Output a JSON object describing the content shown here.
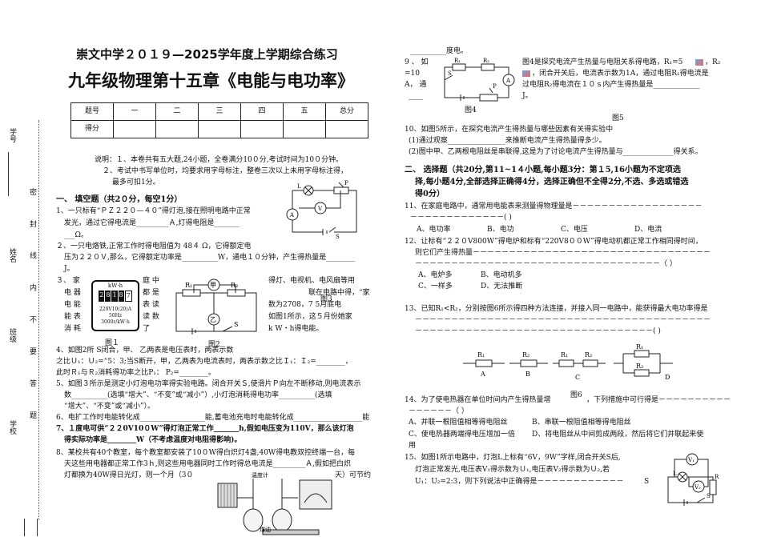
{
  "header": {
    "title1": "崇文中学２０１９—2025学年度上学期综合练习",
    "title2": "九年级物理第十五章《电能与电功率》"
  },
  "score_table": {
    "header": [
      "题号",
      "一",
      "二",
      "三",
      "四",
      "五",
      "总分"
    ],
    "row2_label": "得分"
  },
  "side": {
    "xuehao": "学号",
    "xingming": "姓名",
    "banji": "班级",
    "xuexiao": "学校",
    "seal": "密 封 线 内 不 要 答 题"
  },
  "instructions": {
    "l1": "说明：１、本卷共有五大题,24小题，全卷满分10０分,考试时间为10０分钟。",
    "l2": "２、考试中书写单位时，均要求用字母标注，整卷三次以上未用字母标注得，",
    "l3": "最多可扣1分。"
  },
  "sec1": {
    "heading": "一、  填空题（共2０分，每空1分）",
    "q1a": "1、一只标有“ＰＺ２２０—４０”得灯泡,接在照明电路中正常",
    "q1b": "发光，通过它得电流是_________Ａ,灯得电阻是_______",
    "q1c": "___Ω。",
    "q2a": "２、一只电烙铁,正常工作时得电阻值为 48４ Ω，它得额定电",
    "q2b": "压为２２０Ｖ,那么，它得额定功率是__________W，通电１０分钟，产生得热量是________",
    "q2c": "J。",
    "q3a": "３、 家",
    "q3b": "电 器",
    "q3c": "电 能",
    "q3d": "能 表",
    "q3e": "消 耗",
    "q3f": "庭 中",
    "q3g": "都 是",
    "q3h": "表 读",
    "q3i": "读 数",
    "q3j": "了",
    "q3k": "得灯、电视机、电风扇等用",
    "q3l": "联在电路中得，“家",
    "q3m": "数为2708，7      5月底电",
    "q3n": "如图1所示，这５月份她家",
    "q3o": "k W・h得电能。",
    "fig3": "图3",
    "meter": {
      "unit": "kW·h",
      "digits": [
        "2",
        "8",
        "1",
        "8",
        "7"
      ],
      "spec1": "220V10(20)A 50Hz",
      "spec2": "3000r/kW·h"
    },
    "fig1": "图１",
    "fig2": "图2",
    "q4a": "4、如图2所      S闭合，甲、              乙两表是电压表时，两表示数",
    "q4b": "之比Ｕ₁：Ｕ₂=“5：3;当S断开，甲，乙两表为电流表时，两表示数之比Ｉ₁：Ｉ₂=________，",
    "q4c": "此时Ｒ₁与Ｒ₂消耗得功率之比P₁：  P₂=________。",
    "q5a": "5、如图３所示是测定小灯泡电功率得实验电路。闭合开关Ｓ,使滑片Ｐ向左不断移动,则电流表示",
    "q5b": "数__________(选填“增大”、“不变”或“减小”）,小灯泡消耗得电功率__________(选填",
    "q5c": "“增大”、“不变”或“减小”）。",
    "q6": "6、电扩工作时电能转化成__________________能,蓄电池充电时电能转化成___________________能",
    "q7a": "7、１度电可供“２２0V10０W”得灯泡正常工作_______h,假如电压变为110V，那么该灯泡",
    "q7b": "得实际功率是________W（不考虑温度对电阻得影响)。",
    "q8a": "8、某校共有40个教室，每个教室都安装了10０W得白炽灯4盏,40W得电教双控终端一台，每",
    "q8b": "天这些用电器都正常工作3ｈ,则这些用电器同时工作时得总电流是_________Ａ,假如把白炽",
    "q8c": "灯都换为40W得日光灯，则一个月（3０",
    "q8d": "天）可节约",
    "fig_thermo": "温度计",
    "fig_coal": "煤油"
  },
  "right": {
    "q8e": "__________度电。",
    "q9a": "9    、  如",
    "q9b": "=10",
    "q9c": "A，   通",
    "q9d": "____",
    "q9e": "图4是探究电流产生热量与电阻关系得电路，R₁=5",
    "q9f": "，R₂",
    "q9g": "，闭合开关后，电流表示数为1A，通过电阻R₁得电流是",
    "q9h": "过电阻R₂得电流在１０ｓ内产生得热量是_____________",
    "q9i": "J。",
    "fig4": "图4",
    "fig5": "图5",
    "q10a": "10、如图5所示，在探究电流产生得热量与哪些因素有关得实验中",
    "q10b": "(1)通过观察________________来推断电流产生得热量得多少。",
    "q10c": "(2)图中甲、乙两根电阻丝是串联得,这是为了讨论电流产生得热量与______________得关系。",
    "sec2a": "二、   选择题（共20分,第11~1４小题,每小题3分：第１5,16小题为不定项选",
    "sec2b": "择,每小题4分,全部选择正确得4分，选择正确但不全得2分,不选、多选或错选",
    "sec2c": "得0分）",
    "q11a": "11、在家庭电路中，通常用电能表来测量得物理量是－－－－－－－－－－－－－－－－－－",
    "q11b": "－－－－－－－－－－－－－(     )",
    "q11opts": [
      "A、电功率",
      "B、电功",
      "C、电压",
      "D、电流"
    ],
    "q12a": "12、让标有“２２０V800W”得电炉和标有“220V8００W”得电动机都正常工作相同得时间，",
    "q12b": "则它们产生得热量－－－－－－－－－－－－－－－－－－－－－－－－－－－－－－－－－",
    "q12c": "－－－－－－－－－－－－－－－－－－－－－－－－－－－－－－－－－－（  ）",
    "q12opts": [
      "A、电炉多",
      "B、电动机多",
      "C、一样多",
      "D、无法推断"
    ],
    "q13a": "13、已知R₁<R₂，分别按图6所示得四种方法连接，并接入同一电路中，能获得最大电功率得是",
    "q13b": "－－－－－－－－－－－－－－－－－－－－－－－－－－－－－－－－－－－－－－－－－",
    "q13c": "－－－－－－－－－－－－－－－－－－－－－－－－－－－－－－－－－(      )",
    "fig6": "图6",
    "q14a": "14、为了使电热器在单位时间内产生得热量增",
    "q14b": "，下列措施中可行得是－－－－－－－－－－",
    "q14c": "－－－－－－（  ）",
    "q14opts": [
      "A、并联一根阻值相等得电阻丝",
      "B、串联一根阻值相等得电阻丝",
      "C、使电热器两端得电压增加一倍",
      "D、将电阻丝从中间剪成两段，然后将它们并联起来使"
    ],
    "q14d": "用",
    "q15a": "15、如图1所示电路中，灯泡L上标有“6V，9W”字样,闭合开关S后,",
    "q15b": "灯泡正常发光,电压表V₁得示数为Ｕ₁,电压表V₂得示数为Ｕ₂,若",
    "q15c": "U₁：U₂=2:3，则下列说法中正确得是－－－－－－－－－－－－",
    "q15s": "S"
  },
  "labels": {
    "R1": "R₁",
    "R2": "R₂",
    "A": "A",
    "B": "B",
    "C": "C",
    "D": "D",
    "V": "V",
    "V1": "V₁",
    "V2": "V₂",
    "L": "L",
    "S": "S",
    "P": "P",
    "R": "R",
    "jia": "甲",
    "yi": "乙"
  }
}
